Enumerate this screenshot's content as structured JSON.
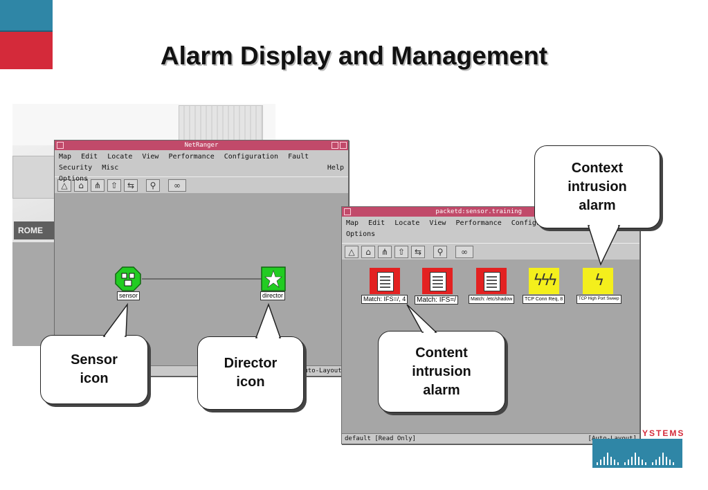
{
  "slide": {
    "title": "Alarm Display and Management",
    "colors": {
      "accent_blue": "#2f86a6",
      "accent_red": "#d42a3a",
      "window_title": "#c14a6a"
    }
  },
  "background_photo": {
    "sign_text": "ROME"
  },
  "netranger_window": {
    "title": "NetRanger",
    "menu": [
      "Map",
      "Edit",
      "Locate",
      "View",
      "Performance",
      "Configuration",
      "Fault",
      "Security",
      "Misc"
    ],
    "menu_row2": [
      "Options"
    ],
    "help": "Help",
    "toolbar_icons": [
      "triangle-icon",
      "home-icon",
      "hierarchy-icon",
      "up-arrow-icon",
      "share-icon",
      "magnifier-icon",
      "handshake-icon"
    ],
    "nodes": [
      {
        "label": "sensor",
        "icon": "sensor-icon",
        "color": "#22cc22"
      },
      {
        "label": "director",
        "icon": "director-icon",
        "color": "#22cc22"
      }
    ],
    "status_right": "Auto-Layout]"
  },
  "packetd_window": {
    "title": "packetd:sensor.training",
    "menu": [
      "Map",
      "Edit",
      "Locate",
      "View",
      "Performance",
      "Configurati"
    ],
    "menu_row2": [
      "Options"
    ],
    "alarms": [
      {
        "label": "Match: IFS=/, 4",
        "type": "content",
        "color": "#e32121"
      },
      {
        "label": "Match: IFS=/",
        "type": "content",
        "color": "#e32121"
      },
      {
        "label": "Match: /etc/shadow",
        "type": "content",
        "color": "#e32121"
      },
      {
        "label": "TCP Conn Req, 8",
        "type": "context",
        "color": "#f4ef1c"
      },
      {
        "label": "TCP High Port Sweep",
        "type": "context",
        "color": "#f4ef1c"
      }
    ],
    "status_left": "default [Read Only]",
    "status_right": "[Auto-Layout]"
  },
  "callouts": {
    "sensor": "Sensor\nicon",
    "director": "Director\nicon",
    "content": "Content\nintrusion\nalarm",
    "context": "Context\nintrusion\nalarm"
  },
  "logo": {
    "text": "YSTEMS"
  }
}
